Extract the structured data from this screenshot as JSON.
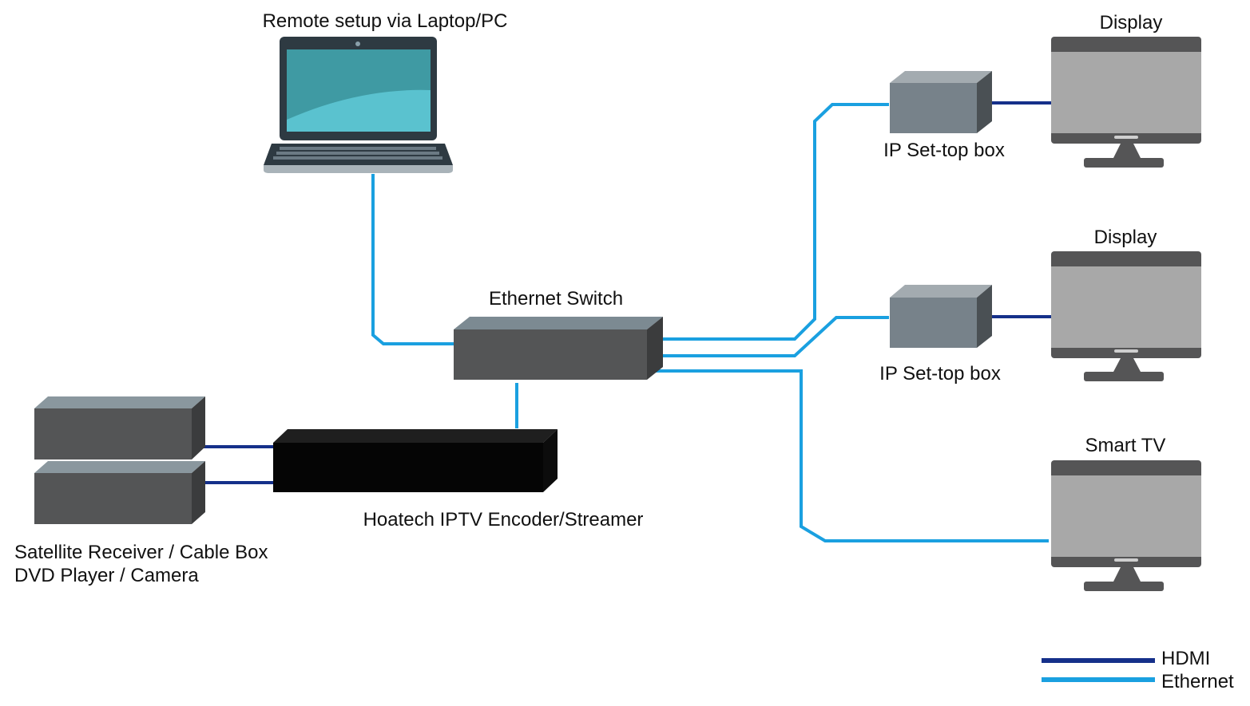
{
  "labels": {
    "laptop": "Remote setup via Laptop/PC",
    "switch": "Ethernet Switch",
    "encoder": "Hoatech IPTV Encoder/Streamer",
    "sources_line1": "Satellite Receiver / Cable Box",
    "sources_line2": "DVD Player / Camera",
    "stb1": "IP Set-top box",
    "stb2": "IP Set-top box",
    "display1": "Display",
    "display2": "Display",
    "smart_tv": "Smart TV"
  },
  "legend": [
    {
      "label": "HDMI",
      "color": "#15308a"
    },
    {
      "label": "Ethernet",
      "color": "#1aa0e0"
    }
  ],
  "colors": {
    "ethernet": "#1aa0e0",
    "hdmi": "#15308a",
    "device_gray": "#545556",
    "stb_gray": "#77828a",
    "screen_teal": "#56bfcc",
    "monitor_frame": "#555556",
    "monitor_screen": "#a8a8a8"
  }
}
